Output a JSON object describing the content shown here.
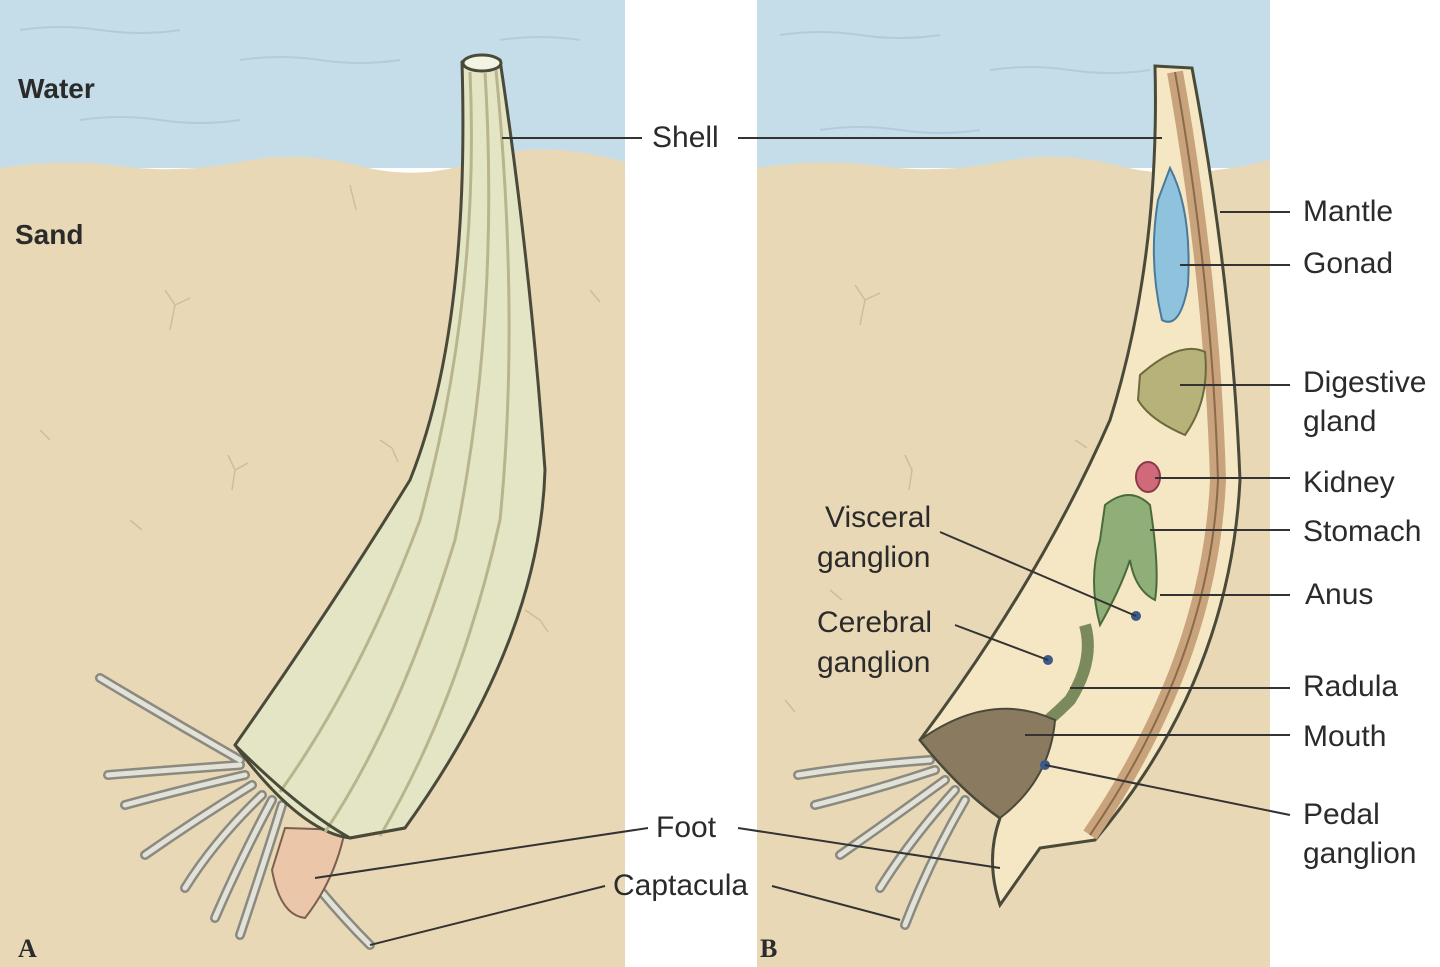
{
  "left_panel": {
    "region_water": "Water",
    "region_sand": "Sand",
    "panel_letter": "A"
  },
  "right_panel": {
    "panel_letter": "B"
  },
  "labels": {
    "shell": "Shell",
    "foot": "Foot",
    "captacula": "Captacula",
    "mantle": "Mantle",
    "gonad": "Gonad",
    "digestive_gland_1": "Digestive",
    "digestive_gland_2": "gland",
    "kidney": "Kidney",
    "stomach": "Stomach",
    "anus": "Anus",
    "radula": "Radula",
    "mouth": "Mouth",
    "pedal_ganglion_1": "Pedal",
    "pedal_ganglion_2": "ganglion",
    "visceral_ganglion_1": "Visceral",
    "visceral_ganglion_2": "ganglion",
    "cerebral_ganglion_1": "Cerebral",
    "cerebral_ganglion_2": "ganglion"
  },
  "colors": {
    "water": "#c5dde8",
    "sand": "#e8d8b6",
    "shell": "#e4e5c4",
    "gonad": "#8fc2dd",
    "digestive_gland": "#b7b27a",
    "kidney": "#d06a7a",
    "stomach": "#8fae78",
    "body": "#f5e6c4"
  }
}
